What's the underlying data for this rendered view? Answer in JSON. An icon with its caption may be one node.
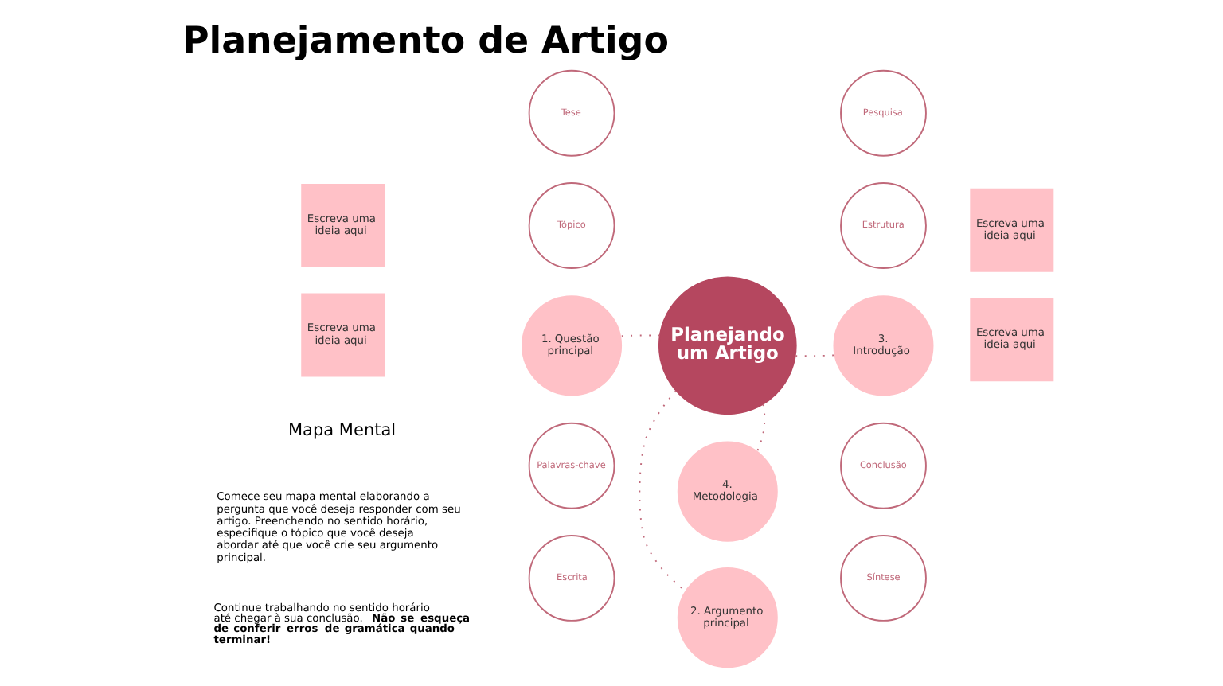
{
  "diagram": {
    "title": "Planejamento de Artigo",
    "nodes": [
      {
        "text": [
          "Escreva uma ideia aqui"
        ]
      },
      {
        "text": [
          "Escreva uma ideia aqui"
        ]
      },
      {
        "text": [
          "Tese"
        ]
      },
      {
        "text": [
          "2. Argumento principal"
        ]
      },
      {
        "text": [
          "Pesquisa"
        ]
      },
      {
        "text": [
          "Tópico"
        ]
      },
      {
        "text": [
          "Estrutura"
        ]
      },
      {
        "text": [
          "1. Questão principal"
        ]
      },
      {
        "text": [
          "Planejando um Artigo"
        ]
      },
      {
        "text": [
          "3. Introdução"
        ]
      },
      {
        "text": [
          "Palavras-chave"
        ]
      },
      {
        "text": [
          "Conclusão"
        ]
      },
      {
        "text": [
          "Escrita"
        ]
      },
      {
        "text": [
          "4. Metodologia"
        ]
      },
      {
        "text": [
          "Síntese"
        ]
      },
      {
        "text": [
          "Escreva uma ideia aqui"
        ]
      },
      {
        "text": [
          "Escreva uma ideia aqui"
        ]
      }
    ],
    "edges": [
      {
        "from": 8,
        "to": 3,
        "arrow": "none",
        "style": "dashed"
      },
      {
        "from": 8,
        "to": 7,
        "arrow": "none",
        "style": "dashed"
      },
      {
        "from": 8,
        "to": 9,
        "arrow": "none",
        "style": "dashed"
      },
      {
        "from": 8,
        "to": 13,
        "arrow": "none",
        "style": "dashed"
      }
    ],
    "labels": [
      "Mapa Mental",
      "Comece seu mapa mental elaborando a pergunta que você deseja responder com seu artigo. Preenchendo no sentido horário, especifique o tópico que você deseja abordar até que você crie seu argumento principal.",
      "Continue trabalhando no sentido horário até chegar à sua conclusão. **Não se esqueça de conferir erros de gramática quando terminar!**"
    ]
  }
}
